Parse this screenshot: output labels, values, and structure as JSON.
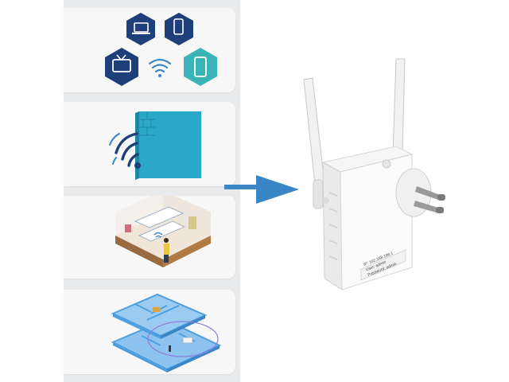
{
  "device": {
    "sticker_lines": [
      "IP: 192.168.188.1",
      "User: admin",
      "Password: admin"
    ]
  },
  "panels": [
    {
      "name": "devices"
    },
    {
      "name": "wall"
    },
    {
      "name": "room"
    },
    {
      "name": "floors"
    }
  ],
  "colors": {
    "navy": "#1f3f7a",
    "teal": "#3ab3b9",
    "wall_blue": "#2aa7c9",
    "arrow_blue": "#3b86c6",
    "floor_blue": "#4d9fe0"
  }
}
